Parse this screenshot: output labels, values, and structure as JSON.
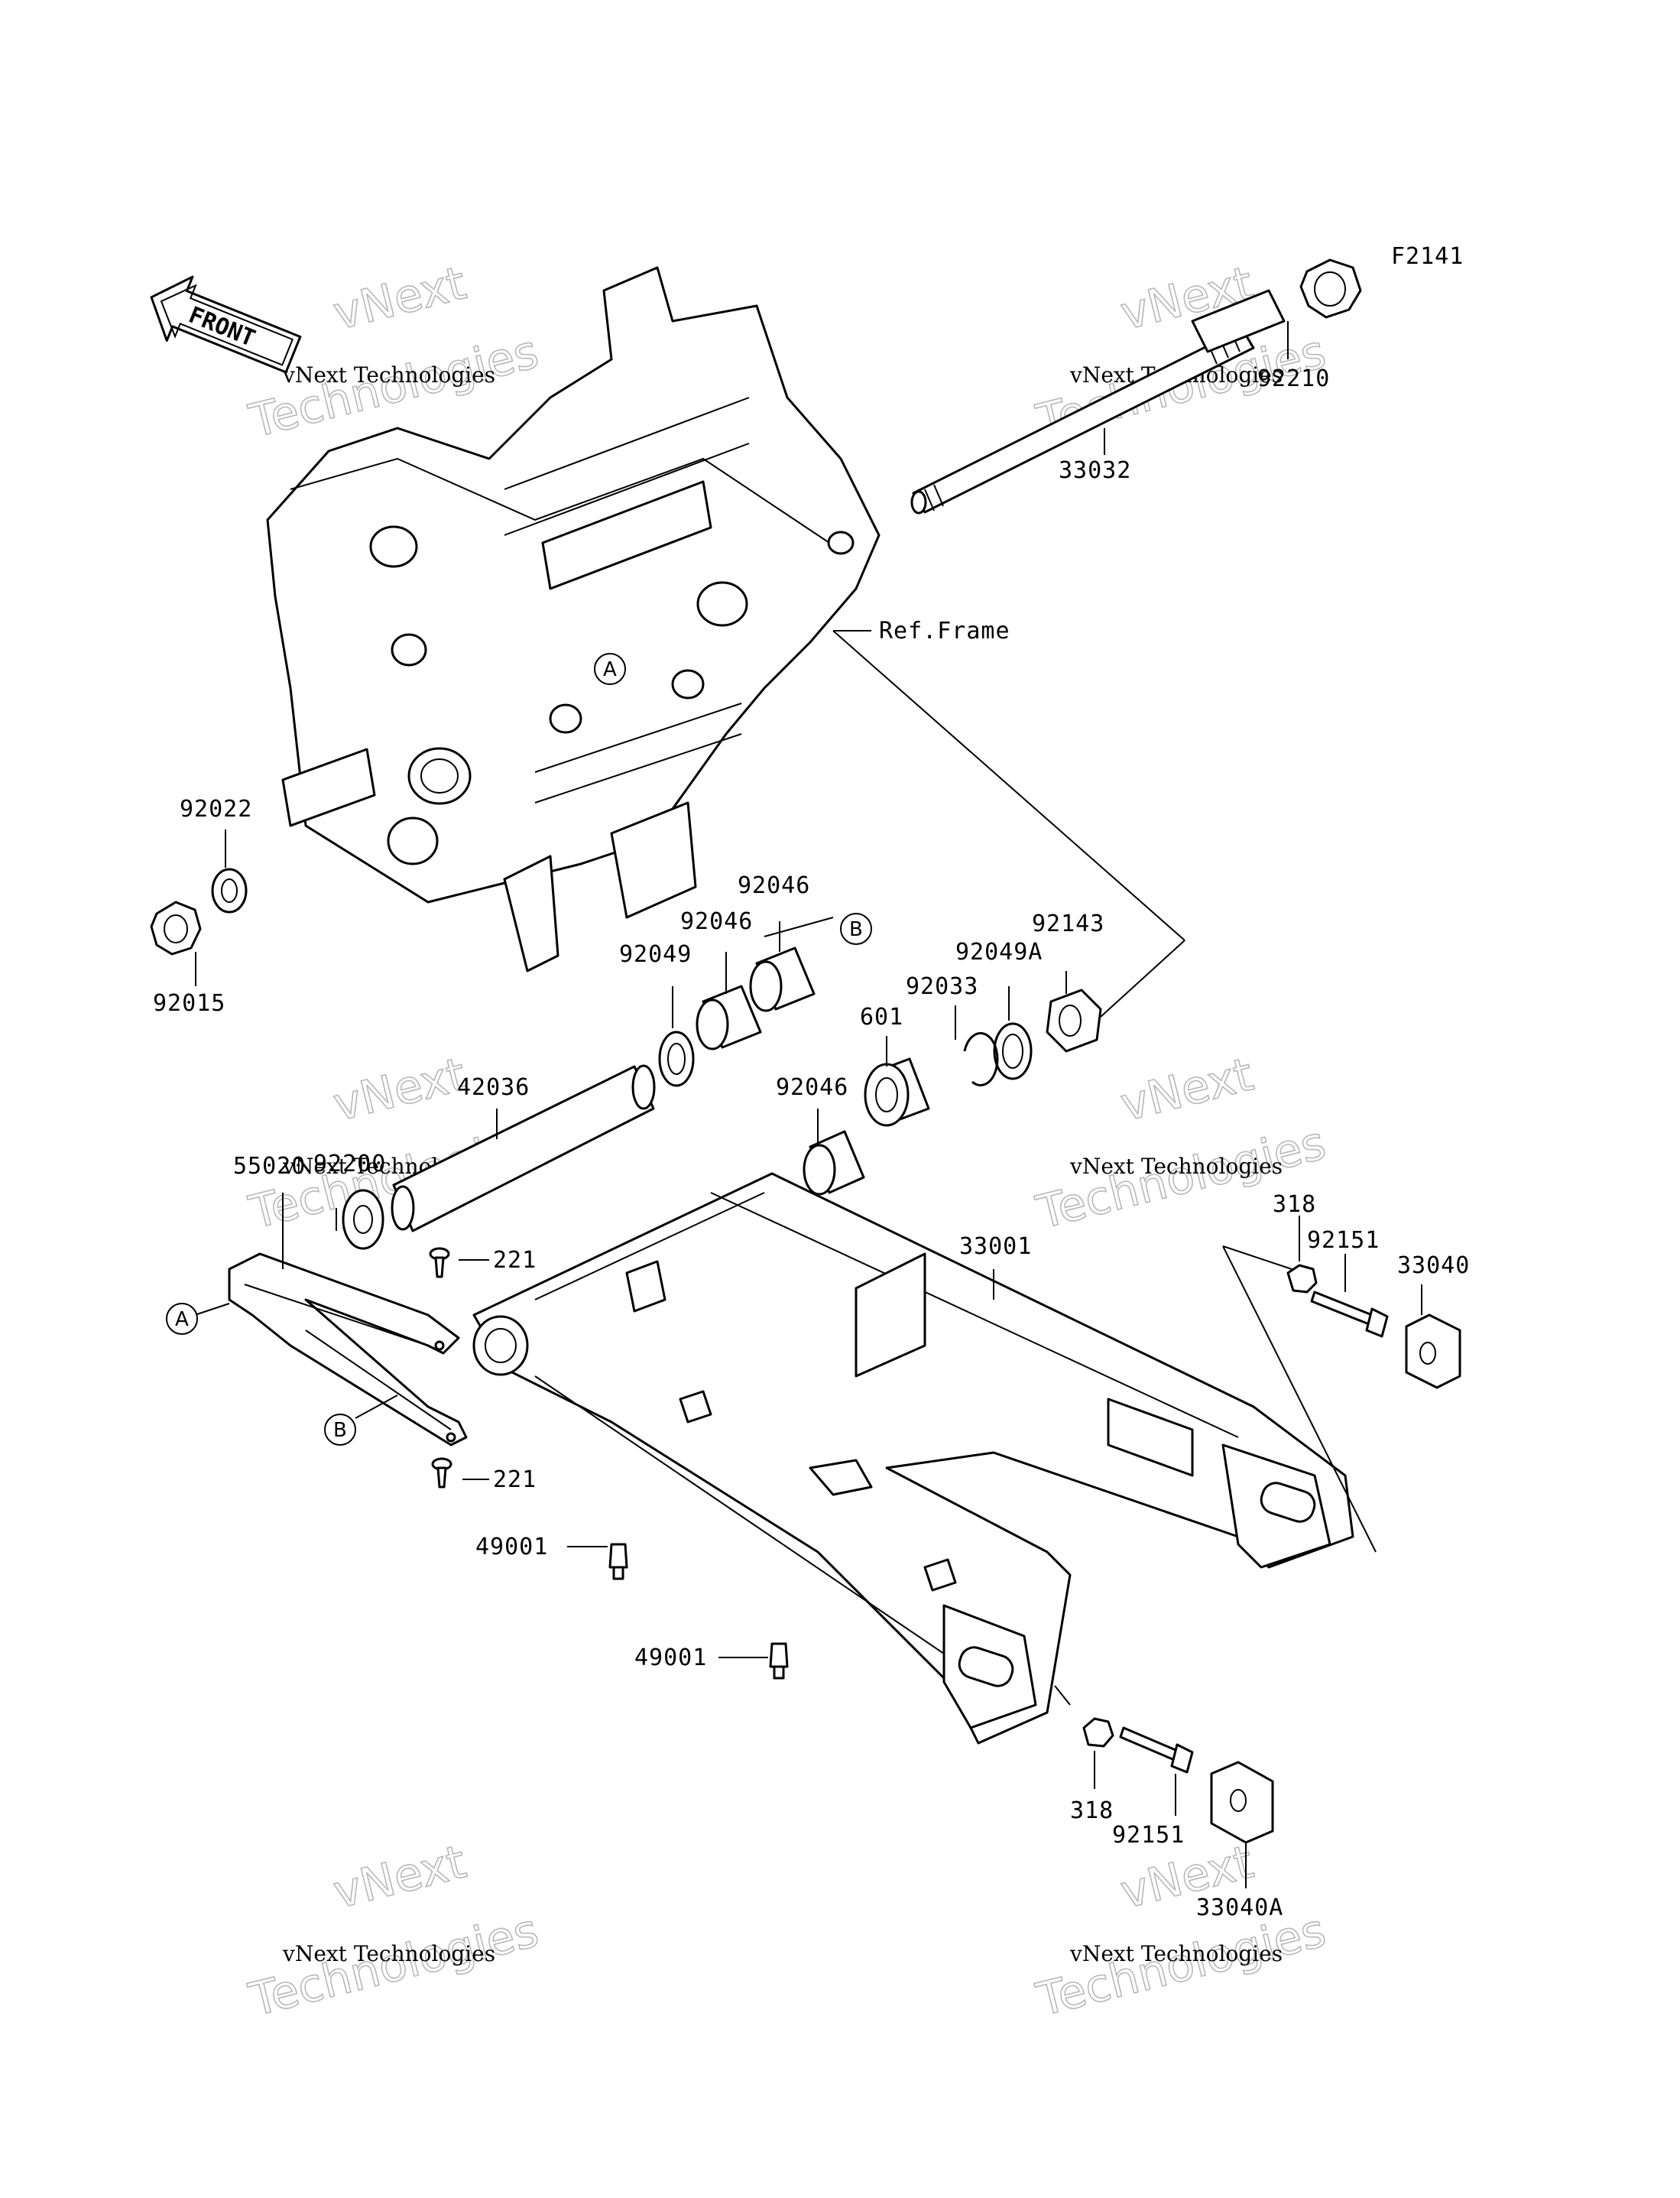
{
  "figure_code": "F2141",
  "front_marker": "FRONT",
  "ref_frame": "Ref.Frame",
  "callouts": {
    "a": "A",
    "b": "B"
  },
  "watermark": {
    "line1": "vNext Technologies",
    "line2": "vNext",
    "line3": "Technologies"
  },
  "parts": {
    "p92210": "92210",
    "p33032": "33032",
    "p92022": "92022",
    "p92015": "92015",
    "p92046_top": "92046",
    "p92046_mid": "92046",
    "p92049": "92049",
    "p92049A": "92049A",
    "p92143": "92143",
    "p92033": "92033",
    "p601": "601",
    "p42036": "42036",
    "p92046_low": "92046",
    "p92200": "92200",
    "p55020": "55020",
    "p221_top": "221",
    "p221_bot": "221",
    "p33001": "33001",
    "p318_top": "318",
    "p92151_top": "92151",
    "p33040": "33040",
    "p49001_top": "49001",
    "p49001_bot": "49001",
    "p318_bot": "318",
    "p92151_bot": "92151",
    "p33040A": "33040A"
  }
}
